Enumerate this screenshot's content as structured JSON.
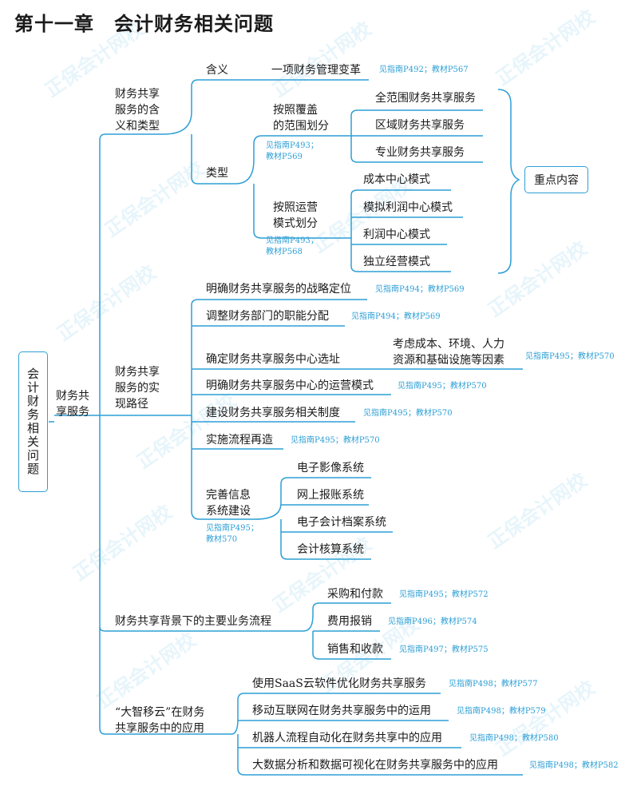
{
  "title": "第十一章　会计财务相关问题",
  "watermark": "正保会计网校",
  "root": "会计财务相关问题",
  "level1": "财务共享服务",
  "key_label": "重点内容",
  "branch1": {
    "label": [
      "财务共享",
      "服务的含",
      "义和类型"
    ],
    "meaning": {
      "label": "含义",
      "value": "一项财务管理变革",
      "ref": "见指南P492；教材P567"
    },
    "types": {
      "label": "类型",
      "coverage": {
        "label": [
          "按照覆盖",
          "的范围划分"
        ],
        "ref": [
          "见指南P493；",
          "教材P569"
        ],
        "items": [
          "全范围财务共享服务",
          "区域财务共享服务",
          "专业财务共享服务"
        ]
      },
      "operation": {
        "label": [
          "按照运营",
          "模式划分"
        ],
        "ref": [
          "见指南P493；",
          "教材P568"
        ],
        "items": [
          "成本中心模式",
          "模拟利润中心模式",
          "利润中心模式",
          "独立经营模式"
        ]
      }
    }
  },
  "branch2": {
    "label": [
      "财务共享",
      "服务的实",
      "现路径"
    ],
    "items": [
      {
        "label": "明确财务共享服务的战略定位",
        "ref": "见指南P494；教材P569"
      },
      {
        "label": "调整财务部门的职能分配",
        "ref": "见指南P494；教材P569"
      },
      {
        "label": "确定财务共享服务中心选址",
        "detail": [
          "考虑成本、环境、人力",
          "资源和基础设施等因素"
        ],
        "ref": "见指南P495；教材P570"
      },
      {
        "label": "明确财务共享服务中心的运营模式",
        "ref": "见指南P495；教材P570"
      },
      {
        "label": "建设财务共享服务相关制度",
        "ref": "见指南P495；教材P570"
      },
      {
        "label": "实施流程再造",
        "ref": "见指南P495；教材P570"
      }
    ],
    "systems": {
      "label": [
        "完善信息",
        "系统建设"
      ],
      "ref": [
        "见指南P495；",
        "教材570"
      ],
      "items": [
        "电子影像系统",
        "网上报账系统",
        "电子会计档案系统",
        "会计核算系统"
      ]
    }
  },
  "branch3": {
    "label": "财务共享背景下的主要业务流程",
    "items": [
      {
        "label": "采购和付款",
        "ref": "见指南P495；教材P572"
      },
      {
        "label": "费用报销",
        "ref": "见指南P496；教材P574"
      },
      {
        "label": "销售和收款",
        "ref": "见指南P497；教材P575"
      }
    ]
  },
  "branch4": {
    "label": [
      "“大智移云”在财务",
      "共享服务中的应用"
    ],
    "items": [
      {
        "label": "使用SaaS云软件优化财务共享服务",
        "ref": "见指南P498；教材P577"
      },
      {
        "label": "移动互联网在财务共享服务中的运用",
        "ref": "见指南P498；教材P579"
      },
      {
        "label": "机器人流程自动化在财务共享中的应用",
        "ref": "见指南P498；教材P580"
      },
      {
        "label": "大数据分析和数据可视化在财务共享服务中的应用",
        "ref": "见指南P498；教材P582"
      }
    ]
  }
}
